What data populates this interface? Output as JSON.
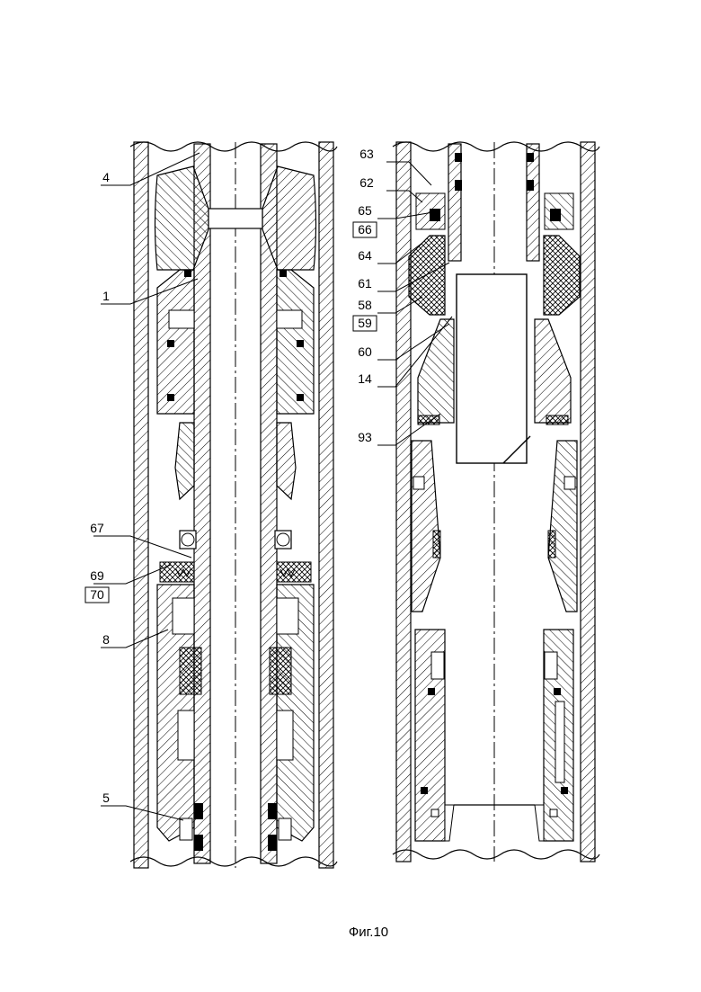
{
  "figure": {
    "caption": "Фиг.10",
    "left_labels": [
      {
        "id": "4",
        "text": "4",
        "underline": true,
        "box": false
      },
      {
        "id": "1",
        "text": "1",
        "underline": true,
        "box": false
      },
      {
        "id": "67",
        "text": "67",
        "underline": true,
        "box": false
      },
      {
        "id": "69",
        "text": "69",
        "underline": true,
        "box": false
      },
      {
        "id": "70",
        "text": "70",
        "underline": false,
        "box": true
      },
      {
        "id": "8",
        "text": "8",
        "underline": true,
        "box": false
      },
      {
        "id": "5",
        "text": "5",
        "underline": true,
        "box": false
      }
    ],
    "right_labels": [
      {
        "id": "63",
        "text": "63",
        "underline": true,
        "box": false
      },
      {
        "id": "62",
        "text": "62",
        "underline": true,
        "box": false
      },
      {
        "id": "65",
        "text": "65",
        "underline": true,
        "box": false
      },
      {
        "id": "66",
        "text": "66",
        "underline": false,
        "box": true
      },
      {
        "id": "64",
        "text": "64",
        "underline": true,
        "box": false
      },
      {
        "id": "61",
        "text": "61",
        "underline": true,
        "box": false
      },
      {
        "id": "58",
        "text": "58",
        "underline": true,
        "box": false
      },
      {
        "id": "59",
        "text": "59",
        "underline": false,
        "box": true
      },
      {
        "id": "60",
        "text": "60",
        "underline": true,
        "box": false
      },
      {
        "id": "14",
        "text": "14",
        "underline": true,
        "box": false
      },
      {
        "id": "93",
        "text": "93",
        "underline": true,
        "box": false
      }
    ]
  }
}
